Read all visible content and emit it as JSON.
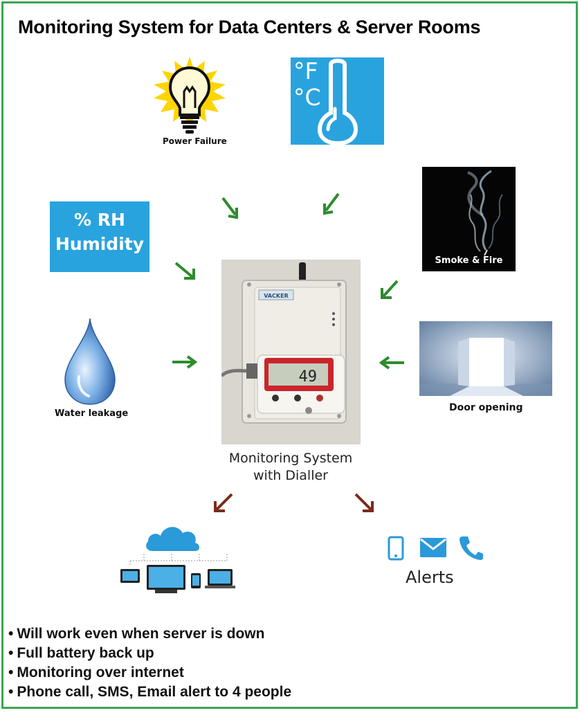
{
  "title": "Monitoring System for Data Centers & Server Rooms",
  "inputs": {
    "power_failure": "Power Failure",
    "temperature": {
      "fahrenheit": "°F",
      "celsius": "°C"
    },
    "humidity": {
      "line1": "% RH",
      "line2": "Humidity"
    },
    "smoke": "Smoke & Fire",
    "water": "Water leakage",
    "door": "Door opening"
  },
  "device": {
    "brand": "VACKER",
    "display_value": "49",
    "caption_line1": "Monitoring System",
    "caption_line2": "with Dialler"
  },
  "outputs": {
    "alerts": "Alerts"
  },
  "features": [
    "Will work even when server is down",
    "Full battery back up",
    "Monitoring over internet",
    "Phone call, SMS, Email alert to 4 people"
  ],
  "colors": {
    "frame": "#3aa655",
    "input_arrow": "#2e8b2e",
    "output_arrow": "#7a2a1a",
    "accent_blue": "#29a3de"
  }
}
